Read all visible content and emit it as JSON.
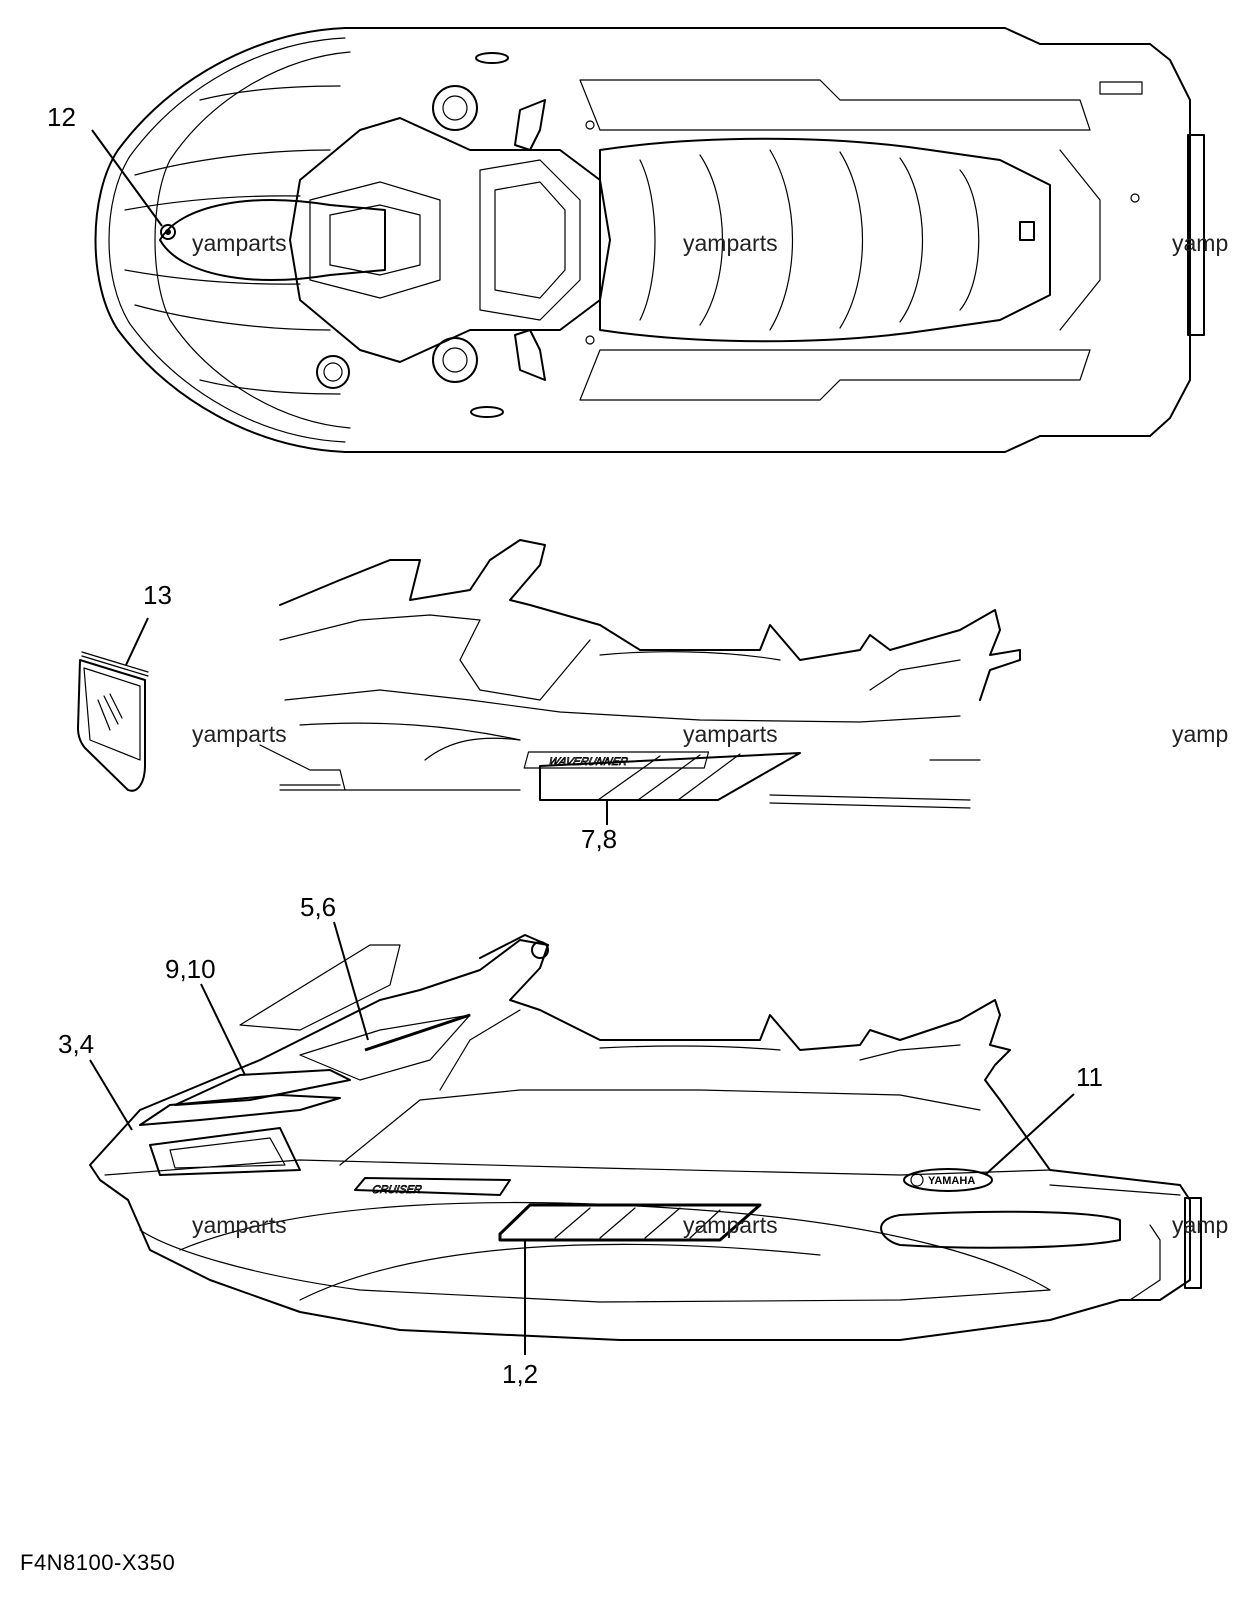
{
  "callouts": {
    "c12": "12",
    "c13": "13",
    "c78": "7,8",
    "c56": "5,6",
    "c910": "9,10",
    "c34": "3,4",
    "c11": "11",
    "c12b": "1,2"
  },
  "watermark": "yamparts",
  "watermark_cut": "yamp",
  "decals": {
    "wave_runner": "WAVERUNNER",
    "cruiser": "CRUISER",
    "yamaha": "YAMAHA"
  },
  "diagram_code": "F4N8100-X350"
}
